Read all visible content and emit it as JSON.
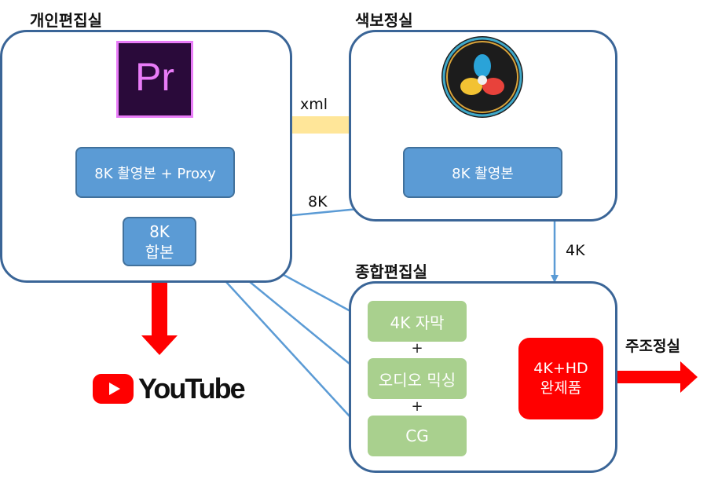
{
  "rooms": {
    "personal": {
      "title": "개인편집실"
    },
    "color": {
      "title": "색보정실"
    },
    "master": {
      "title": "종합편집실"
    }
  },
  "logos": {
    "premiere": {
      "text": "Pr",
      "icon": "adobe-premiere-icon",
      "bg": "#2a0a3a",
      "accent": "#e97cf8"
    },
    "resolve": {
      "icon": "davinci-resolve-icon"
    },
    "youtube": {
      "text": "YouTube",
      "icon": "youtube-play-icon",
      "red": "#ff0000"
    }
  },
  "personal_edit": {
    "source_box": "8K 촬영본 + Proxy",
    "merge_box": {
      "line1": "8K",
      "line2": "합본"
    }
  },
  "color_grading": {
    "source_box": "8K 촬영본"
  },
  "master_edit": {
    "inputs": [
      "4K 자막",
      "오디오 믹싱",
      "CG"
    ],
    "plus": "+",
    "output": {
      "line1": "4K+HD",
      "line2": "완제품"
    }
  },
  "flows": {
    "xml": "xml",
    "back_8k": "8K",
    "down_4k": "4K",
    "out_label": "주조정실"
  },
  "colors": {
    "room_border": "#3a6597",
    "blue_box": "#5b9bd5",
    "blue_arrow": "#5b9bd5",
    "green_box": "#a9d08e",
    "yellow_arrow": "#ffe699",
    "red": "#ff0000"
  }
}
